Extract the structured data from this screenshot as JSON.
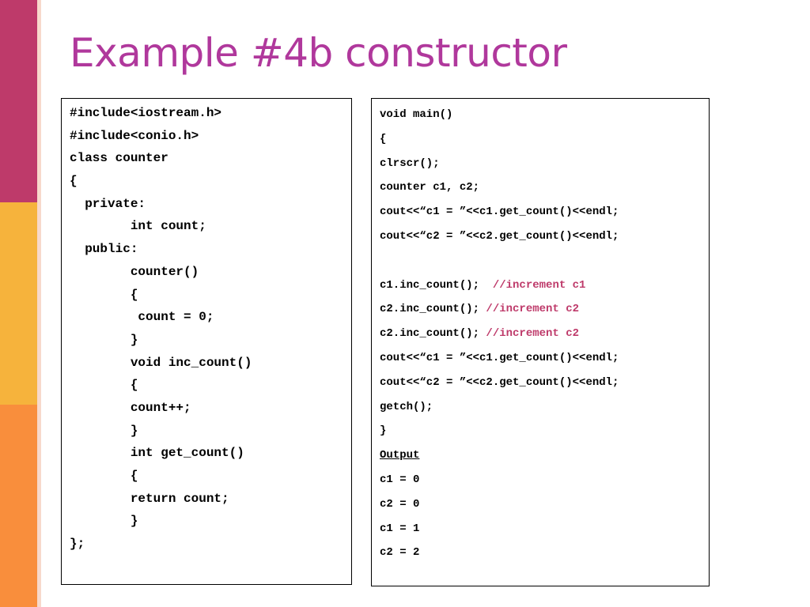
{
  "title": "Example #4b constructor",
  "left_code": [
    "#include<iostream.h>",
    "#include<conio.h>",
    "class counter",
    "{",
    "  private:",
    "        int count;",
    "  public:",
    "        counter()",
    "        {",
    "         count = 0;",
    "        }",
    "        void inc_count()",
    "        {",
    "        count++;",
    "        }",
    "        int get_count()",
    "        {",
    "        return count;",
    "        }",
    "};"
  ],
  "right_code": [
    {
      "code": "void main()",
      "comment": ""
    },
    {
      "code": "{",
      "comment": ""
    },
    {
      "code": "clrscr();",
      "comment": ""
    },
    {
      "code": "counter c1, c2;",
      "comment": ""
    },
    {
      "code": "cout<<“c1 = ”<<c1.get_count()<<endl;",
      "comment": ""
    },
    {
      "code": "cout<<“c2 = ”<<c2.get_count()<<endl;",
      "comment": ""
    },
    {
      "code": "",
      "comment": ""
    },
    {
      "code": "c1.inc_count();  ",
      "comment": "//increment c1"
    },
    {
      "code": "c2.inc_count(); ",
      "comment": "//increment c2"
    },
    {
      "code": "c2.inc_count(); ",
      "comment": "//increment c2"
    },
    {
      "code": "cout<<“c1 = ”<<c1.get_count()<<endl;",
      "comment": ""
    },
    {
      "code": "cout<<“c2 = ”<<c2.get_count()<<endl;",
      "comment": ""
    },
    {
      "code": "getch();",
      "comment": ""
    },
    {
      "code": "}",
      "comment": ""
    }
  ],
  "output_label": "Output",
  "output_lines": [
    "c1 = 0",
    "c2 = 0",
    "c1 = 1",
    "c2 = 2"
  ],
  "colors": {
    "title": "#b0389c",
    "comment": "#be3a6a",
    "band_top": "#be3a6a",
    "band_middle": "#f6b33c",
    "band_bottom": "#f98e3c"
  }
}
